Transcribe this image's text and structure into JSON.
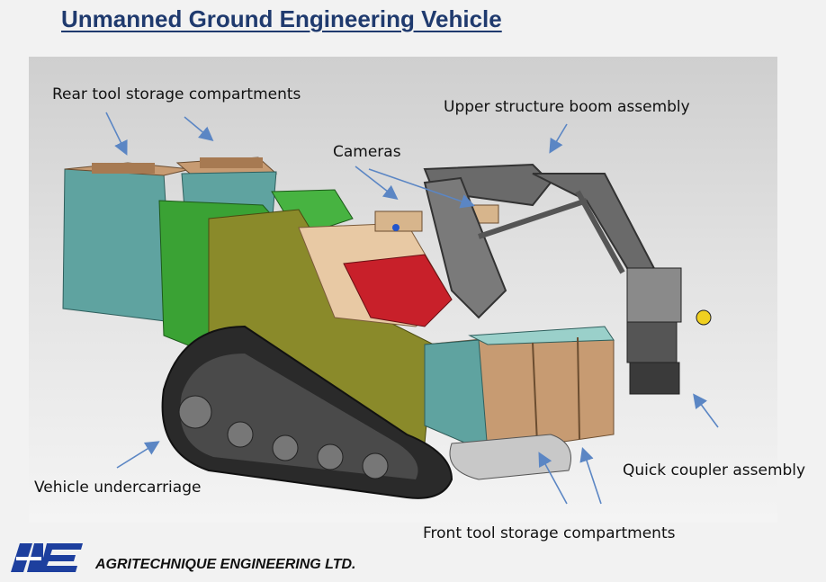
{
  "title": "Unmanned Ground Engineering Vehicle",
  "labels": {
    "rear_storage": "Rear tool storage compartments",
    "boom": "Upper structure boom assembly",
    "cameras": "Cameras",
    "undercarriage": "Vehicle undercarriage",
    "coupler": "Quick coupler assembly",
    "front_storage": "Front tool storage compartments"
  },
  "company": {
    "logo_letters": "AE",
    "name": "AGRITECHNIQUE ENGINEERING LTD."
  },
  "colors": {
    "title": "#1f3a6e",
    "arrow": "#5b86c4",
    "track": "#2a2a2a",
    "green_body": "#3aa234",
    "olive_frame": "#8a8a2a",
    "teal_box": "#5fa3a0",
    "tan_box": "#c79b72",
    "red_seat": "#c8202a",
    "boom_grey": "#6a6a6a",
    "logo_blue": "#1d3f9e"
  }
}
